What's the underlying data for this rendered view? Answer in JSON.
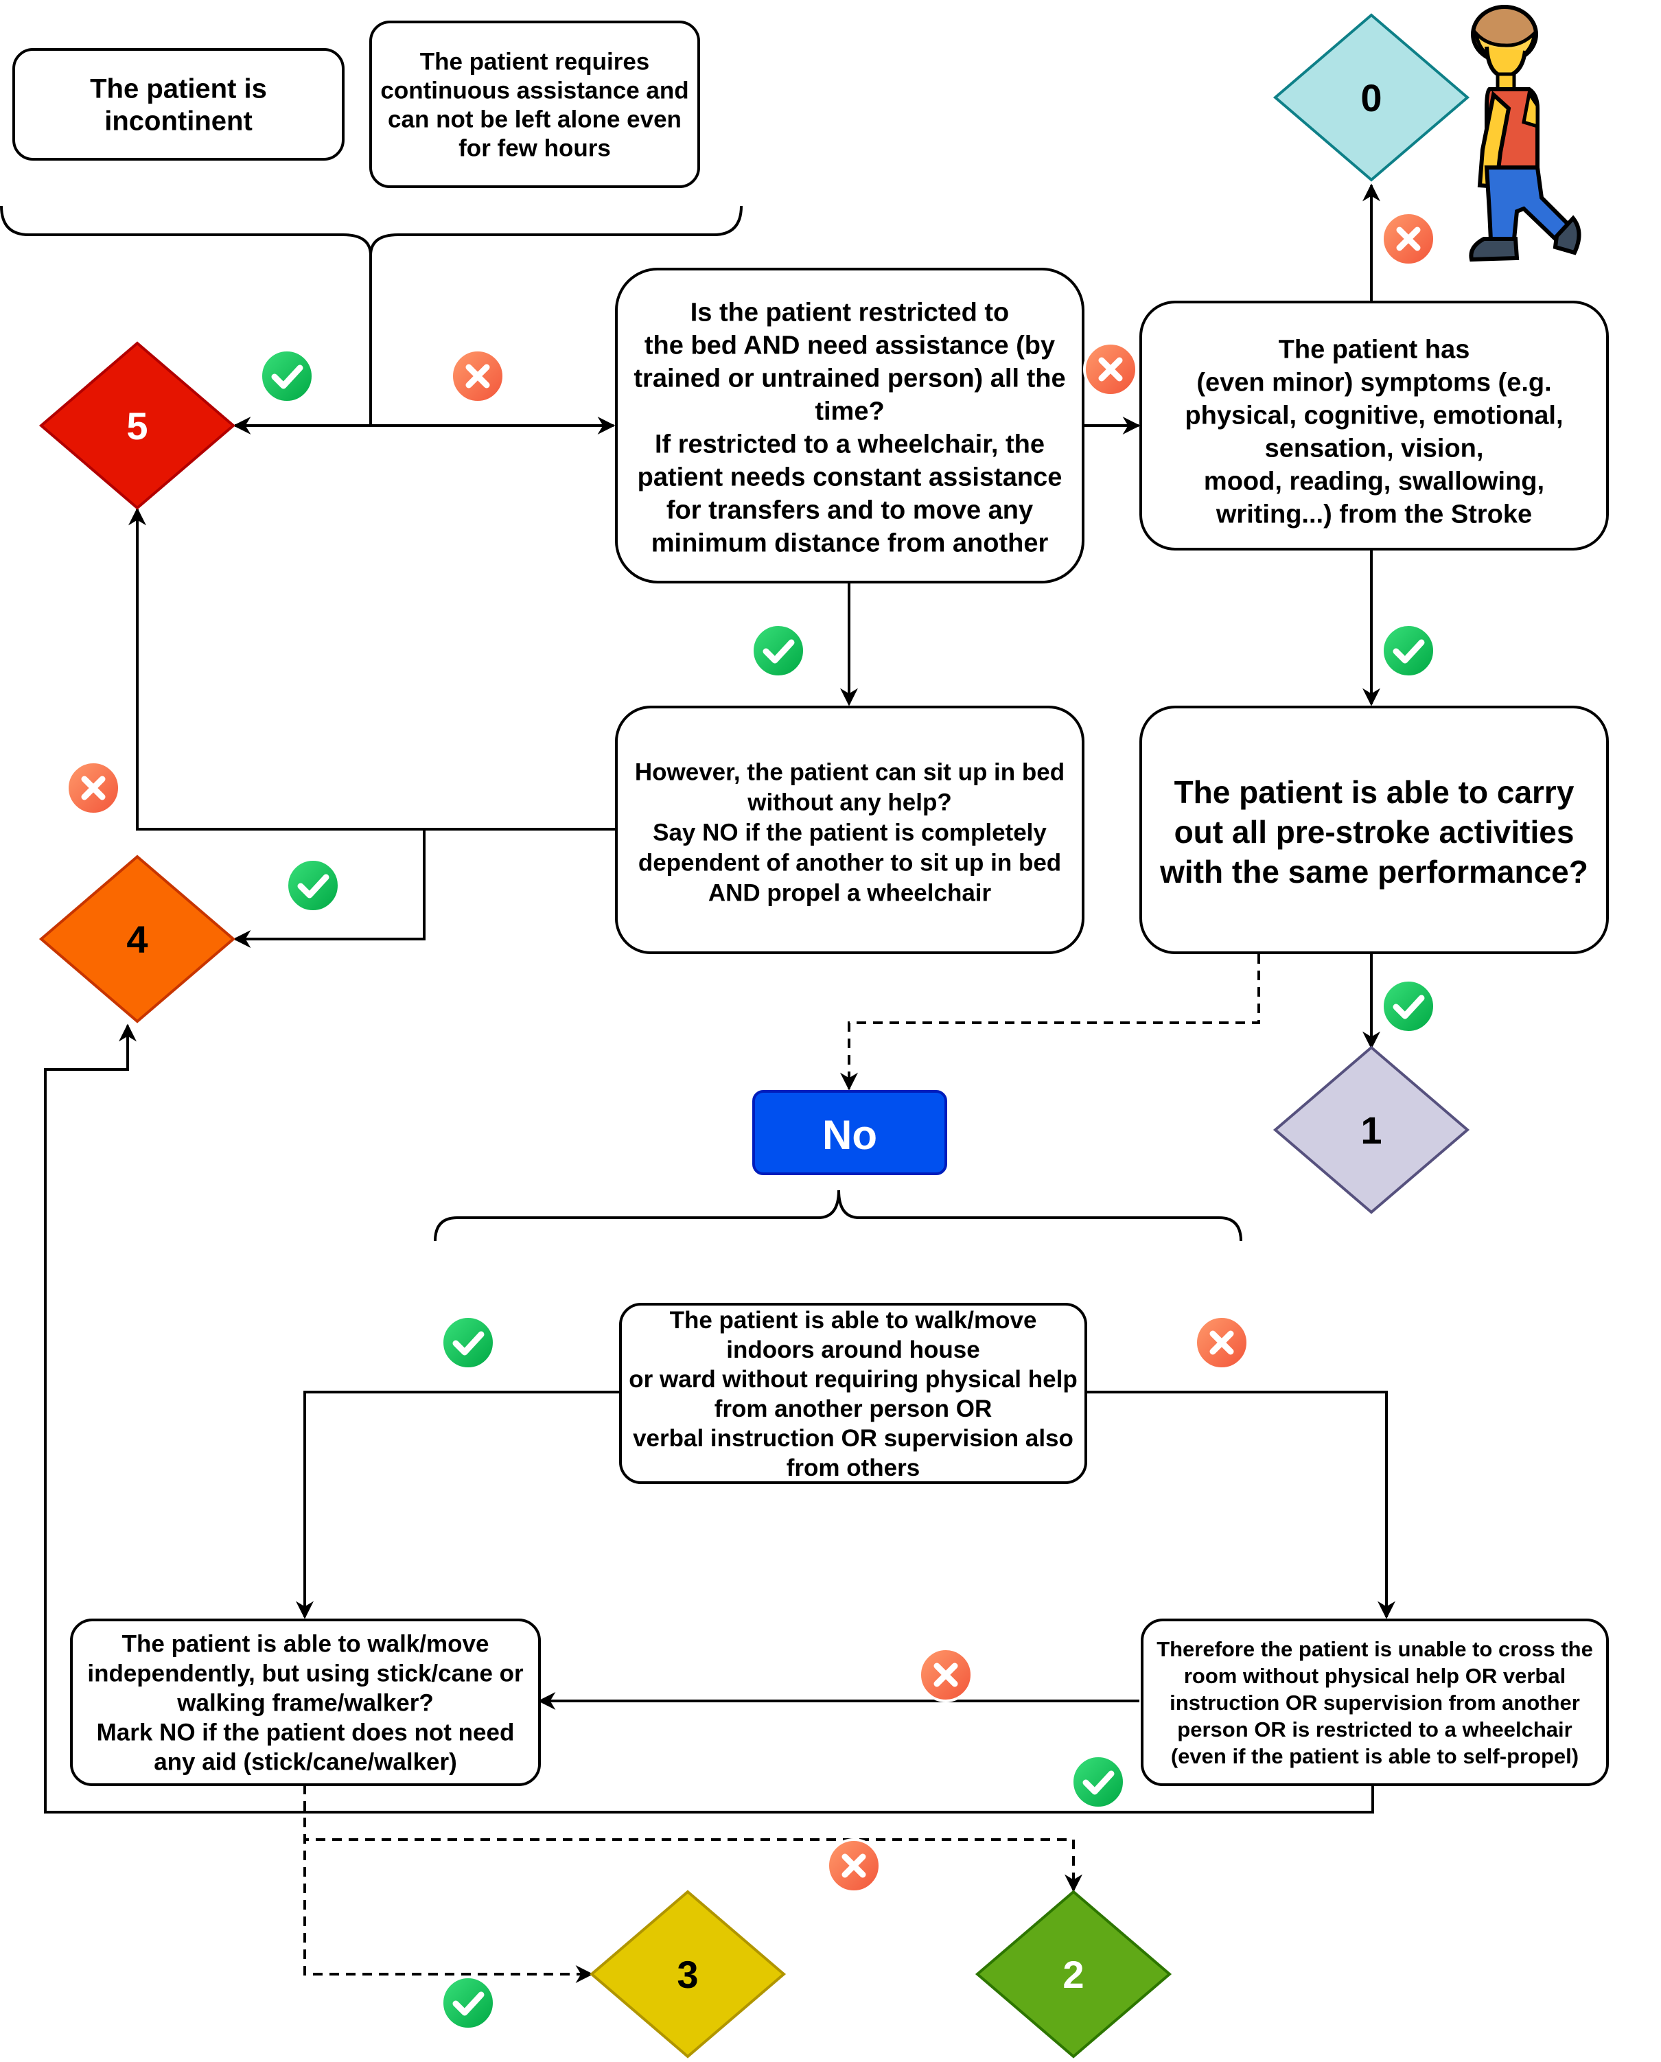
{
  "boxes": {
    "incontinent": [
      "The patient is",
      "incontinent"
    ],
    "continuous_assistance": [
      "The patient requires",
      "continuous assistance and",
      "can not be left alone even",
      "for few hours"
    ],
    "restricted_to_bed": [
      "Is the patient restricted to",
      "the bed AND need assistance (by",
      "trained or untrained person) all the",
      "time?",
      "If restricted to a wheelchair, the",
      "patient needs constant assistance",
      "for transfers and to move any",
      "minimum distance from another"
    ],
    "minor_symptoms": [
      "The patient has",
      "(even minor) symptoms (e.g.",
      "physical, cognitive, emotional,",
      "sensation, vision,",
      "mood, reading, swallowing,",
      "writing...) from the Stroke"
    ],
    "sit_up": [
      "However, the patient can sit up in bed",
      "without any help?",
      "Say NO if the patient is completely",
      "dependent of another to sit up in bed",
      "AND propel a wheelchair"
    ],
    "pre_stroke": [
      "The patient is able to carry",
      "out all pre-stroke activities",
      "with the same performance?"
    ],
    "walk_indoors": [
      "The patient is able to walk/move",
      "indoors around house",
      "or ward without requiring physical help",
      "from another person OR",
      "verbal instruction OR supervision also",
      "from others"
    ],
    "walk_aid": [
      "The patient is able to walk/move",
      "independently, but using stick/cane or",
      "walking frame/walker?",
      "Mark NO if the patient does not need",
      "any aid (stick/cane/walker)"
    ],
    "unable_cross": [
      "Therefore the patient is unable to cross the",
      "room without physical help OR verbal",
      "instruction OR supervision from another",
      "person OR is restricted to a wheelchair",
      "(even if the patient is able to self-propel)"
    ]
  },
  "no_label": "No",
  "scores": [
    {
      "id": "score-0",
      "label": "0",
      "fill": "#b0e3e6",
      "stroke": "#0e8088",
      "text": "#000000"
    },
    {
      "id": "score-1",
      "label": "1",
      "fill": "#d0cee2",
      "stroke": "#56517e",
      "text": "#000000"
    },
    {
      "id": "score-2",
      "label": "2",
      "fill": "#60a917",
      "stroke": "#2d7600",
      "text": "#ffffff"
    },
    {
      "id": "score-3",
      "label": "3",
      "fill": "#e3c800",
      "stroke": "#b09500",
      "text": "#000000"
    },
    {
      "id": "score-4",
      "label": "4",
      "fill": "#fa6800",
      "stroke": "#c73500",
      "text": "#000000"
    },
    {
      "id": "score-5",
      "label": "5",
      "fill": "#e51400",
      "stroke": "#b20000",
      "text": "#ffffff"
    }
  ],
  "colors": {
    "yes_icon": "#00c853",
    "no_icon": "#ff7043",
    "no_button_fill": "#0050ef",
    "no_button_stroke": "#001dbc"
  },
  "icons": {
    "yes": "check-circle-icon",
    "no": "x-circle-icon",
    "person": "walking-person-icon"
  }
}
